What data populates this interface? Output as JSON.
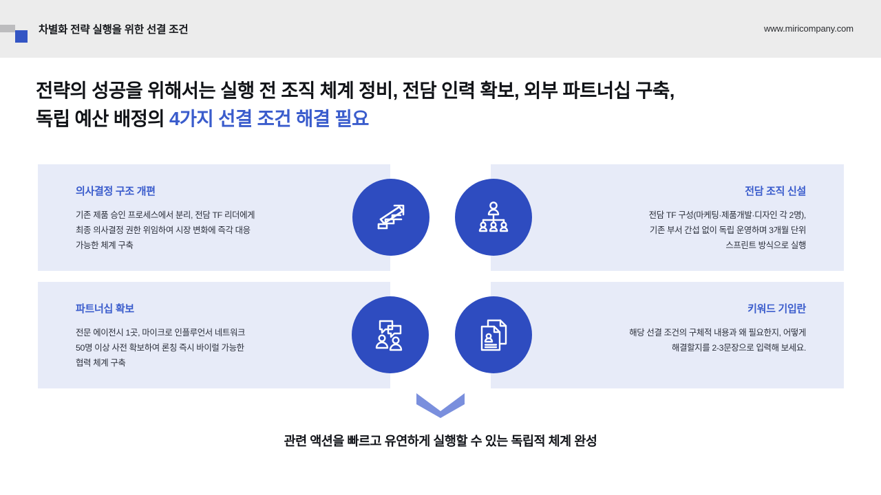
{
  "header": {
    "title": "차별화 전략 실행을 위한 선결 조건",
    "url": "www.miricompany.com",
    "accent_gray": "#bcbcbe",
    "accent_blue": "#3355c4",
    "background": "#ececec"
  },
  "headline": {
    "line1": "전략의 성공을 위해서는 실행 전 조직 체계 정비, 전담 인력 확보, 외부 파트너십 구축,",
    "line2_prefix": "독립 예산 배정의 ",
    "line2_accent": "4가지 선결 조건 해결 필요",
    "accent_color": "#3a5ccc"
  },
  "cards": [
    {
      "id": "decision-structure",
      "title": "의사결정 구조 개편",
      "body": "기존 제품 승인 프로세스에서 분리, 전담 TF 리더에게\n최종 의사결정 권한 위임하여 시장 변화에 즉각 대응\n가능한 체계 구축",
      "align": "left",
      "icon": "stairs-up-arrow-icon"
    },
    {
      "id": "dedicated-team",
      "title": "전담 조직 신설",
      "body": "전담 TF 구성(마케팅·제품개발·디자인 각 2명),\n기존 부서 간섭 없이 독립 운영하며 3개월 단위\n스프린트 방식으로 실행",
      "align": "right",
      "icon": "org-chart-icon"
    },
    {
      "id": "partnership",
      "title": "파트너십 확보",
      "body": "전문 에이전시 1곳, 마이크로 인플루언서 네트워크\n50명 이상 사전 확보하여 론칭 즉시 바이럴 가능한\n협력 체계 구축",
      "align": "left",
      "icon": "people-chat-icon"
    },
    {
      "id": "keyword-input",
      "title": "키워드 기입란",
      "body": "해당 선결 조건의 구체적 내용과 왜 필요한지, 어떻게\n해결할지를 2-3문장으로 입력해 보세요.",
      "align": "right",
      "icon": "documents-profile-icon"
    }
  ],
  "conclusion": {
    "text": "관련 액션을 빠르고 유연하게 실행할 수 있는 독립적 체계 완성"
  },
  "colors": {
    "card_background": "#e7ebf8",
    "circle_fill": "#2e4cc0",
    "chevron_fill": "#7a8fdd",
    "title_blue": "#3a5ccc",
    "body_text": "#2b2f3a"
  }
}
